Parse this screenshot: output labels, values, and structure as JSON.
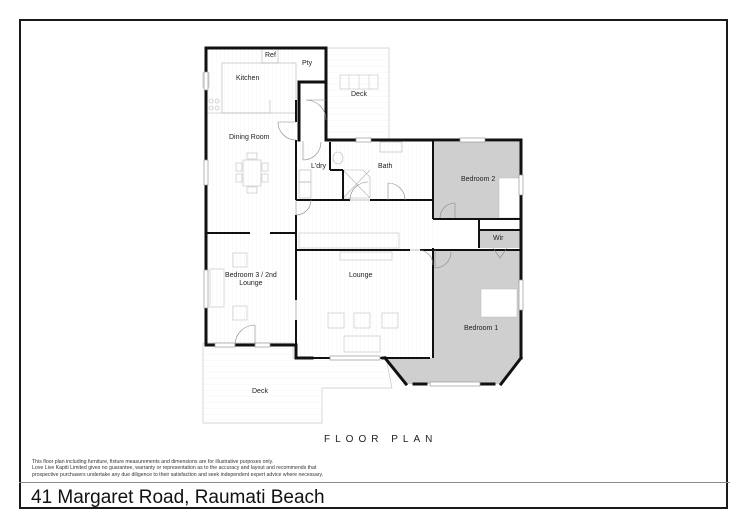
{
  "plan": {
    "heading": "FLOOR PLAN",
    "rooms": {
      "ref": "Ref",
      "pty": "Pty",
      "kitchen": "Kitchen",
      "deck_top": "Deck",
      "dining_room": "Dining Room",
      "ldry": "L'dry",
      "bath": "Bath",
      "bedroom2": "Bedroom 2",
      "wir": "Wir",
      "bedroom3_line1": "Bedroom 3 / 2nd",
      "bedroom3_line2": "Lounge",
      "lounge": "Lounge",
      "bedroom1": "Bedroom 1",
      "deck_bottom": "Deck"
    },
    "colors": {
      "wall": "#111111",
      "bedroom_fill": "#cfcfcf",
      "floor_lines": "#e6e6e6",
      "fixture": "#bdbdbd"
    }
  },
  "footer": {
    "disclaimer": [
      "This floor plan including furniture, fixture measurements and dimensions are for illustrative purposes only.",
      "Love Live Kapiti Limited gives no guarantee, warranty or representation as to the accuracy and layout and recommends that",
      "prospective purchasers undertake any due diligence to their satisfaction and seek independent expert advice where necessary."
    ],
    "address": "41 Margaret Road, Raumati Beach"
  }
}
